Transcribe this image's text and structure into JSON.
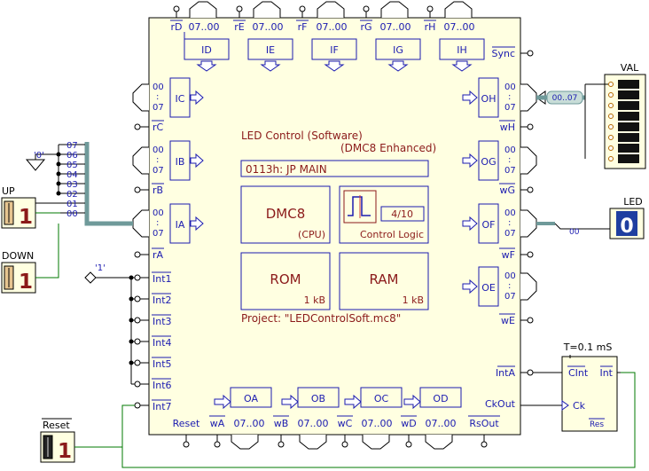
{
  "component": {
    "title": "LED Control (Software)",
    "subtitle": "(DMC8 Enhanced)",
    "instruction": "0113h:  JP   MAIN",
    "cpu_name": "DMC8",
    "cpu_sub": "(CPU)",
    "control_logic_label": "Control Logic",
    "control_logic_value": "4/10",
    "rom_name": "ROM",
    "rom_size": "1 kB",
    "ram_name": "RAM",
    "ram_size": "1 kB",
    "project": "Project:  \"LEDControlSoft.mc8\""
  },
  "top_ports": [
    {
      "reg": "ID",
      "read": "rD",
      "range": "07..00"
    },
    {
      "reg": "IE",
      "read": "rE",
      "range": "07..00"
    },
    {
      "reg": "IF",
      "read": "rF",
      "range": "07..00"
    },
    {
      "reg": "IG",
      "read": "rG",
      "range": "07..00"
    },
    {
      "reg": "IH",
      "read": "rH",
      "range": "07..00"
    }
  ],
  "bottom_ports": [
    {
      "reg": "OA",
      "write": "wA",
      "range": "07..00"
    },
    {
      "reg": "OB",
      "write": "wB",
      "range": "07..00"
    },
    {
      "reg": "OC",
      "write": "wC",
      "range": "07..00"
    },
    {
      "reg": "OD",
      "write": "wD",
      "range": "07..00"
    }
  ],
  "bottom_pins": {
    "reset": "Reset",
    "rsout": "RsOut"
  },
  "left_ports": [
    {
      "reg": "IC",
      "read": "rC",
      "hi": "00",
      "lo": "07"
    },
    {
      "reg": "IB",
      "read": "rB",
      "hi": "00",
      "lo": "07"
    },
    {
      "reg": "IA",
      "read": "rA",
      "hi": "00",
      "lo": "07"
    }
  ],
  "right_ports": [
    {
      "reg": "OH",
      "write": "wH",
      "hi": "00",
      "lo": "07"
    },
    {
      "reg": "OG",
      "write": "wG",
      "hi": "00",
      "lo": "07"
    },
    {
      "reg": "OF",
      "write": "wF",
      "hi": "00",
      "lo": "07"
    },
    {
      "reg": "OE",
      "write": "wE",
      "hi": "00",
      "lo": "07"
    }
  ],
  "sync_label": "Sync",
  "intA_label": "IntA",
  "ckout_label": "CkOut",
  "interrupts": [
    "Int1",
    "Int2",
    "Int3",
    "Int4",
    "Int5",
    "Int6",
    "Int7"
  ],
  "bus_bits": [
    "07",
    "06",
    "05",
    "04",
    "03",
    "02",
    "01",
    "00"
  ],
  "constant_zero": "'0'",
  "constant_one": "'1'",
  "switches": [
    {
      "label": "UP",
      "value": "1"
    },
    {
      "label": "DOWN",
      "value": "1"
    },
    {
      "label": "Reset",
      "value": "1"
    }
  ],
  "val_display": {
    "label": "VAL",
    "bus": "00..07"
  },
  "led_display": {
    "label": "LED",
    "value": "0",
    "bit": "00"
  },
  "timer": {
    "period": "T=0.1 mS",
    "clint": "CInt",
    "int": "Int",
    "ck": "Ck",
    "res": "Res"
  },
  "colors": {
    "component_bg": "#ffffe1",
    "label_blue": "#1b1bb0",
    "text_red": "#8b1a1a",
    "wire_green": "#007800",
    "bus_teal": "#6f9a9a",
    "display_blue": "#1f3fa0"
  }
}
